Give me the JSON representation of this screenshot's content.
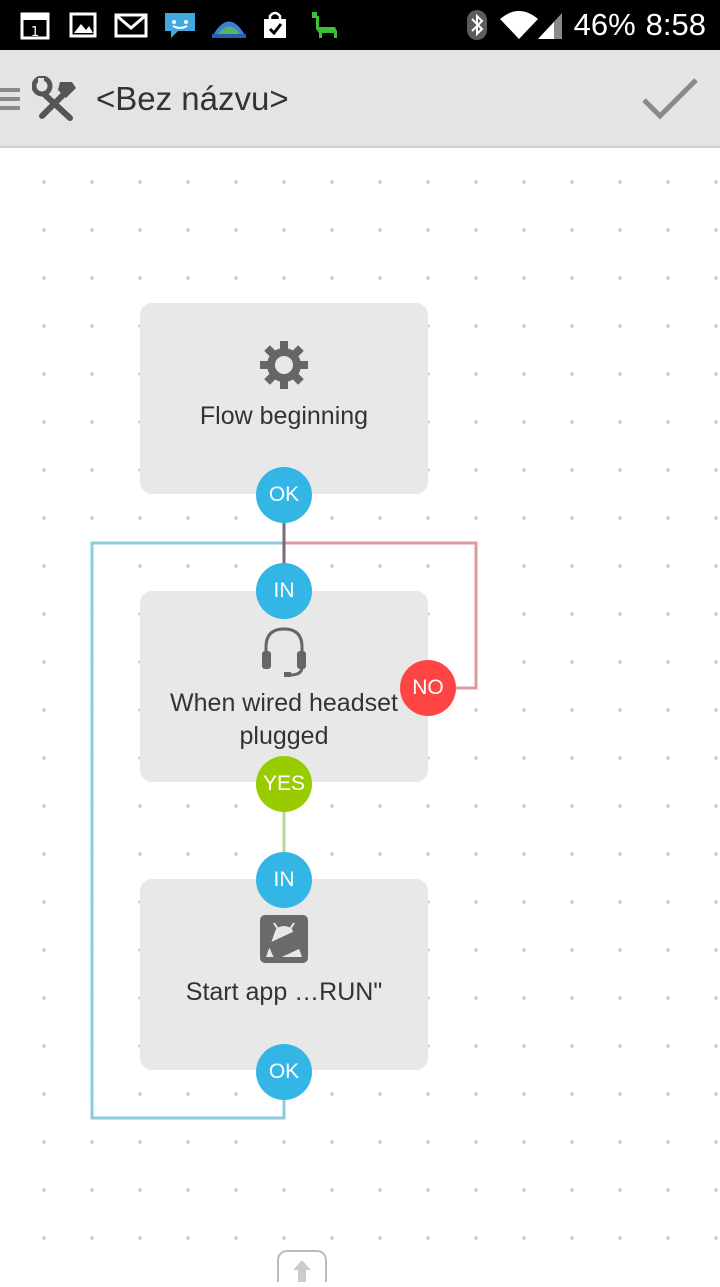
{
  "status_bar": {
    "battery": "46%",
    "time": "8:58",
    "notification_icons": [
      "calendar-icon",
      "gallery-icon",
      "gmail-icon",
      "chat-icon",
      "weather-icon",
      "shopping-bag-icon",
      "llama-icon"
    ],
    "system_icons": [
      "bluetooth-icon",
      "wifi-icon",
      "signal-icon"
    ]
  },
  "action_bar": {
    "title": "<Bez názvu>",
    "app_icon": "tools-icon",
    "confirm_icon": "check-icon"
  },
  "flow": {
    "blocks": [
      {
        "icon": "gear-icon",
        "label": "Flow beginning",
        "out_ports": [
          {
            "label": "OK",
            "color": "#33b5e5"
          }
        ]
      },
      {
        "icon": "headset-icon",
        "label": "When wired headset plugged",
        "in_port": "IN",
        "out_ports": [
          {
            "label": "NO",
            "color": "#ff4444"
          },
          {
            "label": "YES",
            "color": "#99cc00"
          }
        ]
      },
      {
        "icon": "android-app-icon",
        "label": "Start app …RUN\"",
        "in_port": "IN",
        "out_ports": [
          {
            "label": "OK",
            "color": "#33b5e5"
          }
        ]
      }
    ]
  },
  "colors": {
    "accent_blue": "#33b5e5",
    "no_red": "#ff4444",
    "yes_green": "#99cc00",
    "blue_wire": "#8fcbe0",
    "red_wire": "#de9a9e",
    "green_wire": "#bcd890",
    "action_bar_bg": "#e4e4e4",
    "block_bg": "#e8e8e8"
  },
  "bottom": {
    "add_handle_icon": "arrow-up-icon"
  }
}
